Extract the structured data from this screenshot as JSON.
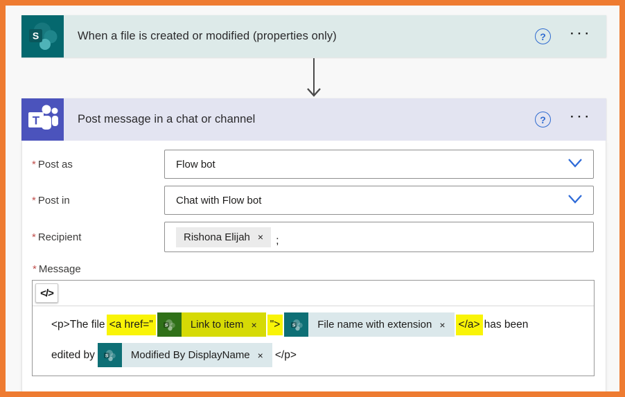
{
  "trigger": {
    "connector": "SharePoint",
    "title": "When a file is created or modified (properties only)",
    "help": "?",
    "menu": "···"
  },
  "action": {
    "connector": "Microsoft Teams",
    "title": "Post message in a chat or channel",
    "help": "?",
    "menu": "···",
    "required_mark": "*",
    "fields": {
      "post_as": {
        "label": "Post as",
        "value": "Flow bot"
      },
      "post_in": {
        "label": "Post in",
        "value": "Chat with Flow bot"
      },
      "recipient": {
        "label": "Recipient",
        "chip": "Rishona Elijah",
        "remove": "×",
        "separator": ";"
      },
      "message": {
        "label": "Message",
        "code_button": "</>",
        "p_open": "<p>The file",
        "a_open": "<a href=\"",
        "a_mid": "\">",
        "a_close": "</a>",
        "has_been": "has been",
        "edited_by": "edited by",
        "p_close": "</p>",
        "remove": "×",
        "tokens": {
          "link": "Link to item",
          "filename": "File name with extension",
          "modified_by": "Modified By DisplayName"
        }
      }
    }
  },
  "colors": {
    "frame": "#EE7B31",
    "sharepoint": "#05686E",
    "teams": "#4B53BC",
    "trigger_header": "#DDEAE9",
    "action_header": "#E3E4F1",
    "highlight": "#F9F407",
    "token_bg": "#DBE8EB",
    "token_bg_selected": "#D6DA05"
  }
}
